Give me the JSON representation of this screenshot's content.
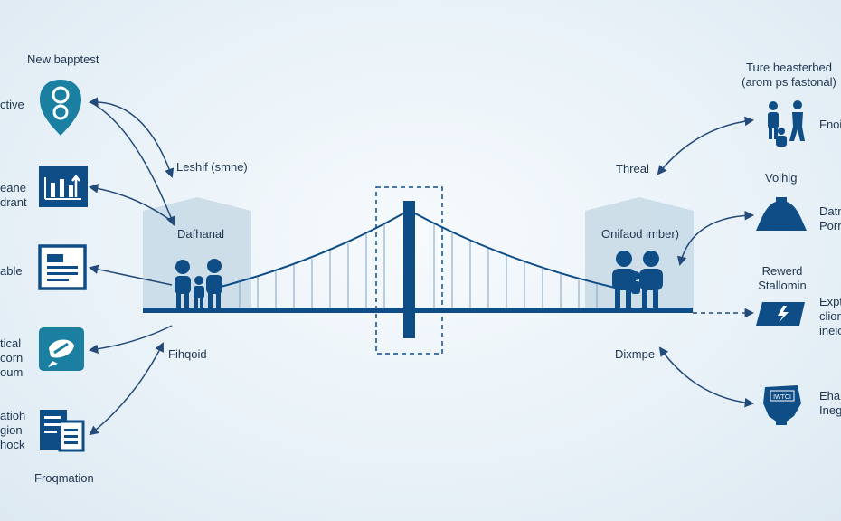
{
  "colors": {
    "primary": "#0f4d87",
    "accent_teal": "#1a7fa0",
    "building": "#c9dbe7",
    "arrow": "#234a78"
  },
  "left": {
    "top_label": "New bapptest",
    "items": [
      {
        "icon": "gear-shield-icon",
        "lines": [
          "ctive"
        ]
      },
      {
        "icon": "chart-icon",
        "lines": [
          "eane",
          "drant"
        ]
      },
      {
        "icon": "document-icon",
        "lines": [
          "able"
        ]
      },
      {
        "icon": "chat-bubble-icon",
        "lines": [
          "tical",
          "corn",
          "oum"
        ]
      },
      {
        "icon": "files-icon",
        "lines": [
          "atioh",
          "gion",
          "hock"
        ]
      }
    ],
    "bottom_label": "Froqmation"
  },
  "center": {
    "arrow_label": "Leshif (smne)",
    "left_building_label": "Dafhanal",
    "left_bottom_label": "Fihqoid",
    "right_arrow_label": "Threal",
    "right_building_label": "Onifaod imber)",
    "right_bottom_label": "Dixmpe"
  },
  "right": {
    "top_label_lines": [
      "Ture heasterbed",
      "(arom ps fastonal)"
    ],
    "items": [
      {
        "icon": "people-icon",
        "lines": [
          "Fnoi"
        ]
      },
      {
        "icon": "bell-icon",
        "heading": "Volhig",
        "lines": [
          "Datr",
          "Porr"
        ]
      },
      {
        "icon": "lightning-icon",
        "heading_lines": [
          "Rewerd",
          "Stallomin"
        ],
        "lines": [
          "Expt",
          "clion",
          "ineio"
        ]
      },
      {
        "icon": "badge-icon",
        "lines": [
          "Ehal",
          "Ineg"
        ]
      }
    ]
  }
}
